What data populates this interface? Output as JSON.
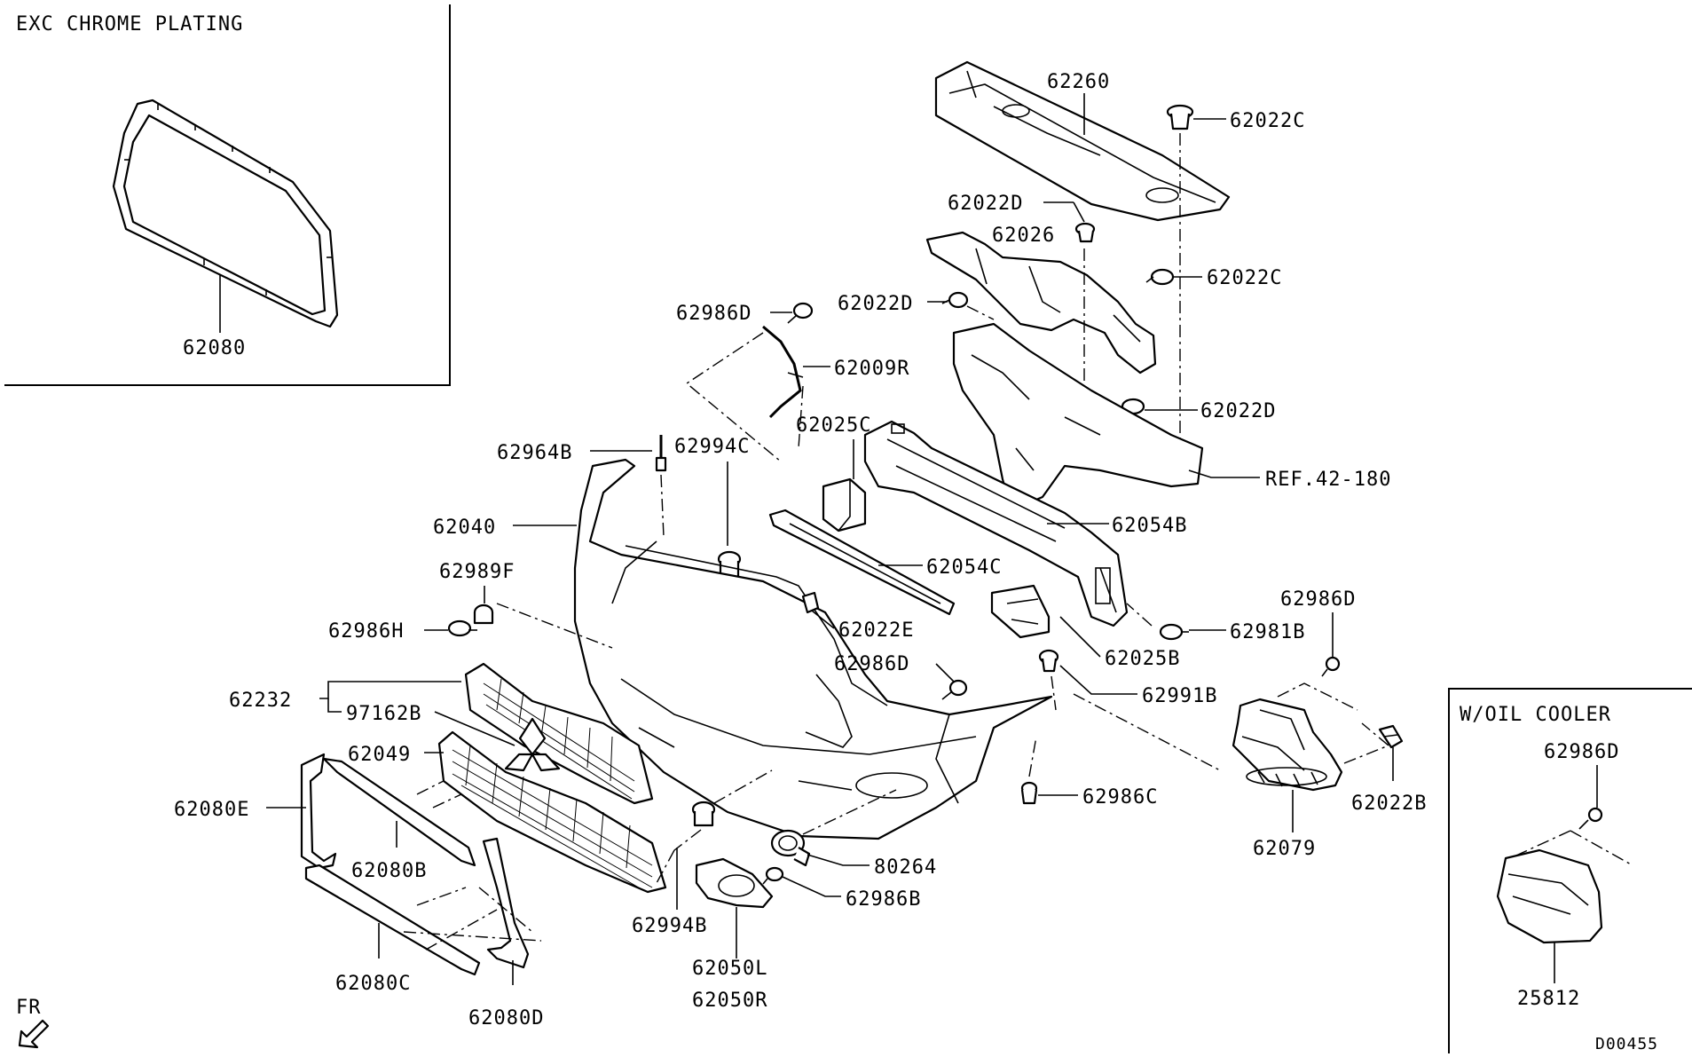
{
  "inset_top_left": {
    "title": "EXC CHROME PLATING",
    "part": "62080"
  },
  "inset_bottom_right": {
    "title": "W/OIL COOLER",
    "parts": [
      "62986D",
      "25812"
    ]
  },
  "direction_label": "FR",
  "diagram_code": "D00455",
  "parts": {
    "p62260": "62260",
    "p62022C_a": "62022C",
    "p62022D_a": "62022D",
    "p62026": "62026",
    "p62022C_b": "62022C",
    "p62022D_b": "62022D",
    "p62986D_a": "62986D",
    "p62009R": "62009R",
    "p62022D_c": "62022D",
    "p62025C": "62025C",
    "p62964B": "62964B",
    "p62994C": "62994C",
    "ref": "REF.42-180",
    "p62040": "62040",
    "p62054B": "62054B",
    "p62054C": "62054C",
    "p62989F": "62989F",
    "p62986D_b": "62986D",
    "p62986H": "62986H",
    "p62022E": "62022E",
    "p62981B": "62981B",
    "p62986D_c": "62986D",
    "p62025B": "62025B",
    "p62232": "62232",
    "p62991B": "62991B",
    "p97162B": "97162B",
    "p62049": "62049",
    "p62986C": "62986C",
    "p62022B": "62022B",
    "p62080E": "62080E",
    "p62080B": "62080B",
    "p80264": "80264",
    "p62079": "62079",
    "p62986B": "62986B",
    "p62994B": "62994B",
    "p62050L": "62050L",
    "p62050R": "62050R",
    "p62080C": "62080C",
    "p62080D": "62080D"
  }
}
